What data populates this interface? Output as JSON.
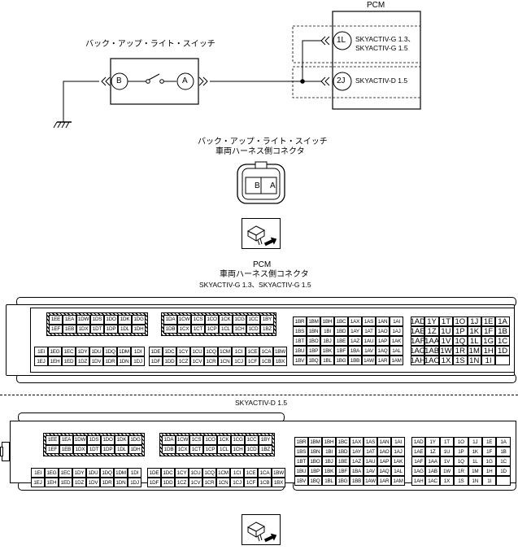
{
  "wiring": {
    "pcm_title": "PCM",
    "switch_title": "バック・アップ・ライト・スイッチ",
    "pin_b": "B",
    "pin_a": "A",
    "pin_1l": "1L",
    "pin_2j": "2J",
    "label_1l": [
      "SKYACTIV-G 1.3、",
      "SKYACTIV-G 1.5"
    ],
    "label_2j": "SKYACTIV-D 1.5"
  },
  "switch_connector": {
    "title_line1": "バック・アップ・ライト・スイッチ",
    "title_line2": "車両ハーネス側コネクタ",
    "pins": [
      "B",
      "A"
    ]
  },
  "pcm_connector_g": {
    "title_line1": "PCM",
    "title_line2": "車両ハーネス側コネクタ",
    "title_line3": "SKYACTIV-G 1.3、SKYACTIV-G 1.5",
    "blockA": {
      "hatched": [
        [
          "1EE",
          "1EA",
          "1DW",
          "1DS",
          "1DO",
          "1DK",
          "1DG"
        ],
        [
          "1EF",
          "1EB",
          "1DX",
          "1DT",
          "1DP",
          "1DL",
          "1DH"
        ]
      ],
      "open": [
        [
          "1EI",
          "1EG",
          "1EC",
          "1DY",
          "1DU",
          "1DQ",
          "1DM",
          "1DI"
        ],
        [
          "1EJ",
          "1EH",
          "1ED",
          "1DZ",
          "1DV",
          "1DR",
          "1DN",
          "1DJ"
        ]
      ]
    },
    "blockB": {
      "hatched": [
        [
          "1DA",
          "1CW",
          "1CS",
          "1CO",
          "1CK",
          "1CG",
          "1CC",
          "1BY"
        ],
        [
          "1DB",
          "1CX",
          "1CT",
          "1CP",
          "1CL",
          "1CH",
          "1CD",
          "1BZ"
        ]
      ],
      "open": [
        [
          "1DE",
          "1DC",
          "1CY",
          "1CU",
          "1CQ",
          "1CM",
          "1CI",
          "1CE",
          "1CA",
          "1BW"
        ],
        [
          "1DF",
          "1DD",
          "1CZ",
          "1CV",
          "1CR",
          "1CN",
          "1CJ",
          "1CF",
          "1CB",
          "1BX"
        ]
      ]
    },
    "blockC": [
      [
        "1BR",
        "1BM",
        "1BH",
        "1BC",
        "1AX",
        "1AS",
        "1AN",
        "1AI"
      ],
      [
        "1BS",
        "1BN",
        "1BI",
        "1BD",
        "1AY",
        "1AT",
        "1AO",
        "1AJ"
      ],
      [
        "1BT",
        "1BO",
        "1BJ",
        "1BE",
        "1AZ",
        "1AU",
        "1AP",
        "1AK"
      ],
      [
        "1BU",
        "1BP",
        "1BK",
        "1BF",
        "1BA",
        "1AV",
        "1AQ",
        "1AL"
      ],
      [
        "1BV",
        "1BQ",
        "1BL",
        "1BG",
        "1BB",
        "1AW",
        "1AR",
        "1AM"
      ]
    ],
    "blockD": [
      [
        "1AD",
        "1Y",
        "1T",
        "1O",
        "1J",
        "1E",
        "1A"
      ],
      [
        "1AE",
        "1Z",
        "1U",
        "1P",
        "1K",
        "1F",
        "1B"
      ],
      [
        "1AF",
        "1AA",
        "1V",
        "1Q",
        "1L",
        "1G",
        "1C"
      ],
      [
        "1AG",
        "1AB",
        "1W",
        "1R",
        "1M",
        "1H",
        "1D"
      ],
      [
        "1AH",
        "1AC",
        "1X",
        "1S",
        "1N",
        "1I",
        ""
      ]
    ]
  },
  "pcm_connector_d": {
    "title": "SKYACTIV-D 1.5",
    "blockA": {
      "hatched": [
        [
          "1EE",
          "1EA",
          "1DW",
          "1DS",
          "1DO",
          "1DK",
          "1DG"
        ],
        [
          "1EF",
          "1EB",
          "1DX",
          "1DT",
          "1DP",
          "1DL",
          "1DH"
        ]
      ],
      "open": [
        [
          "1EI",
          "1EG",
          "1EC",
          "1DY",
          "1DU",
          "1DQ",
          "1DM",
          "1DI"
        ],
        [
          "1EJ",
          "1EH",
          "1ED",
          "1DZ",
          "1DV",
          "1DR",
          "1DN",
          "1DJ"
        ]
      ]
    },
    "blockB": {
      "hatched": [
        [
          "1DA",
          "1CW",
          "1CS",
          "1CO",
          "1CK",
          "1CG",
          "1CC",
          "1BY"
        ],
        [
          "1DB",
          "1CX",
          "1CT",
          "1CP",
          "1CL",
          "1CH",
          "1CD",
          "1BZ"
        ]
      ],
      "open": [
        [
          "1DE",
          "1DC",
          "1CY",
          "1CU",
          "1CQ",
          "1CM",
          "1CI",
          "1CE",
          "1CA",
          "1BW"
        ],
        [
          "1DF",
          "1DD",
          "1CZ",
          "1CV",
          "1CR",
          "1CN",
          "1CJ",
          "1CF",
          "1CB",
          "1BX"
        ]
      ]
    },
    "blockC": [
      [
        "1BR",
        "1BM",
        "1BH",
        "1BC",
        "1AX",
        "1AS",
        "1AN",
        "1AI"
      ],
      [
        "1BS",
        "1BN",
        "1BI",
        "1BD",
        "1AY",
        "1AT",
        "1AO",
        "1AJ"
      ],
      [
        "1BT",
        "1BO",
        "1BJ",
        "1BE",
        "1AZ",
        "1AU",
        "1AP",
        "1AK"
      ],
      [
        "1BU",
        "1BP",
        "1BK",
        "1BF",
        "1BA",
        "1AV",
        "1AQ",
        "1AL"
      ],
      [
        "1BV",
        "1BQ",
        "1BL",
        "1BG",
        "1BB",
        "1AW",
        "1AR",
        "1AM"
      ]
    ],
    "blockD": [
      [
        "1AD",
        "1Y",
        "1T",
        "1O",
        "1J",
        "1E",
        "1A"
      ],
      [
        "1AE",
        "1Z",
        "1U",
        "1P",
        "1K",
        "1F",
        "1B"
      ],
      [
        "1AF",
        "1AA",
        "1V",
        "1Q",
        "1L",
        "1G",
        "1C"
      ],
      [
        "1AG",
        "1AB",
        "1W",
        "1R",
        "1M",
        "1H",
        "1D"
      ],
      [
        "1AH",
        "1AC",
        "1X",
        "1S",
        "1N",
        "1I",
        ""
      ]
    ]
  }
}
